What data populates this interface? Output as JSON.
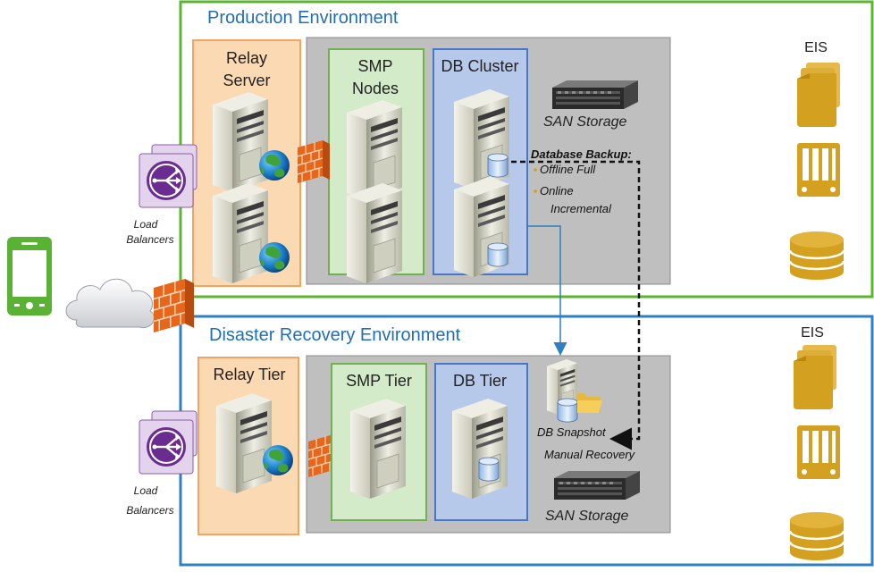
{
  "production": {
    "title": "Production Environment",
    "relay_label_1": "Relay",
    "relay_label_2": "Server",
    "smp_label_1": "SMP",
    "smp_label_2": "Nodes",
    "db_label": "DB Cluster",
    "san_label": "SAN Storage",
    "backup_title": "Database Backup:",
    "backup_item_1": "Offline Full",
    "backup_item_2a": "Online",
    "backup_item_2b": "Incremental",
    "eis_label": "EIS",
    "lb_label_1": "Load",
    "lb_label_2": "Balancers"
  },
  "dr": {
    "title": "Disaster Recovery Environment",
    "relay_label": "Relay Tier",
    "smp_label": "SMP Tier",
    "db_label": "DB Tier",
    "snapshot_label": "DB Snapshot",
    "manual_label": "Manual Recovery",
    "san_label": "SAN Storage",
    "eis_label": "EIS",
    "lb_label_1": "Load",
    "lb_label_2": "Balancers"
  },
  "colors": {
    "prod_border": "#5cb531",
    "dr_border": "#2f7fc1",
    "tier_gray": "#bfbfbf",
    "relay_fill": "#fbd9b3",
    "relay_border": "#f4a460",
    "smp_fill": "#d4ebc9",
    "smp_border": "#70b050",
    "db_fill": "#b7c9ea",
    "db_border": "#4a77c4",
    "eis_gold": "#d4a020",
    "phone_green": "#59b234",
    "lb_purple": "#6a2c91",
    "firewall_orange": "#e8661c",
    "title_text": "#1f6fb5",
    "arrow_blue": "#2f7fc1"
  }
}
